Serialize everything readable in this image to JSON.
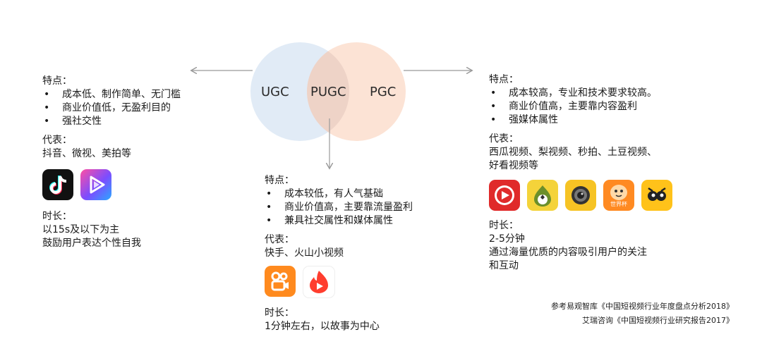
{
  "venn": {
    "left_label": "UGC",
    "middle_label": "PUGC",
    "right_label": "PGC",
    "left_color": "#dce8f4",
    "right_color": "#fbdccb"
  },
  "ugc": {
    "features_title": "特点：",
    "features": [
      "成本低、制作简单、无门槛",
      "商业价值低，无盈利目的",
      "强社交性"
    ],
    "reps_title": "代表：",
    "reps_text": "抖音、微视、美拍等",
    "icons": [
      "douyin-icon",
      "weishi-icon"
    ],
    "duration_title": "时长：",
    "duration_lines": [
      "以15s及以下为主",
      "鼓励用户表达个性自我"
    ]
  },
  "pugc": {
    "features_title": "特点：",
    "features": [
      "成本较低，有人气基础",
      "商业价值高，主要靠流量盈利",
      "兼具社交属性和媒体属性"
    ],
    "reps_title": "代表：",
    "reps_text": "快手、火山小视频",
    "icons": [
      "kuaishou-icon",
      "huoshan-icon"
    ],
    "duration_title": "时长：",
    "duration_lines": [
      "1分钟左右，以故事为中心"
    ]
  },
  "pgc": {
    "features_title": "特点：",
    "features": [
      "成本较高，专业和技术要求较高。",
      "商业价值高，主要靠内容盈利",
      "强媒体属性"
    ],
    "reps_title": "代表：",
    "reps_lines": [
      "西瓜视频、梨视频、秒拍、土豆视频、",
      "好看视频等"
    ],
    "icons": [
      "xigua-icon",
      "pear-video-icon",
      "miaopai-icon",
      "tudou-icon",
      "haokan-icon"
    ],
    "tudou_caption": "世界杯",
    "duration_title": "时长：",
    "duration_lines": [
      "2-5分钟",
      "通过海量优质的内容吸引用户的关注",
      "和互动"
    ]
  },
  "sources": [
    "参考易观智库《中国短视频行业年度盘点分析2018》",
    "艾瑞咨询《中国短视频行业研究报告2017》"
  ]
}
